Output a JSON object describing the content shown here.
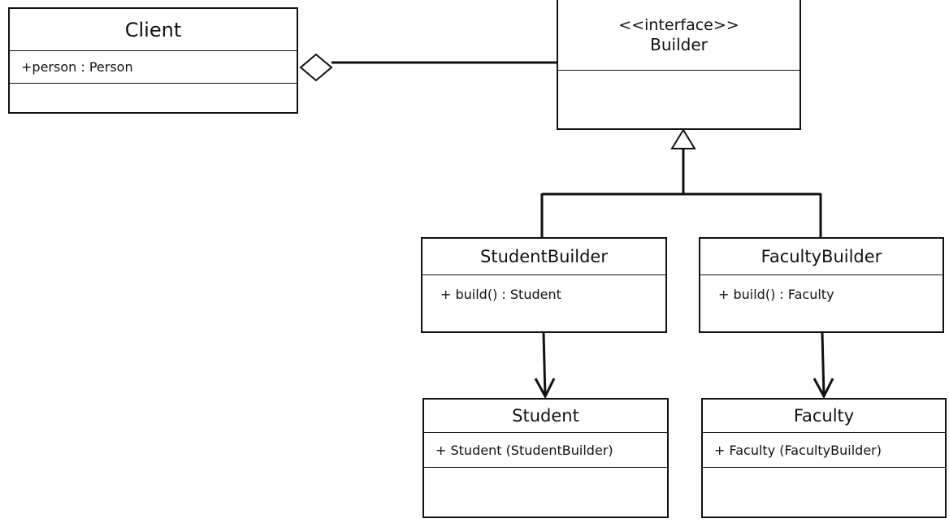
{
  "classes": {
    "client": {
      "name": "Client",
      "attributes": [
        "+person : Person"
      ]
    },
    "builder": {
      "stereotype": "<<interface>>",
      "name": "Builder"
    },
    "student_builder": {
      "name": "StudentBuilder",
      "methods": [
        "+ build() : Student"
      ]
    },
    "faculty_builder": {
      "name": "FacultyBuilder",
      "methods": [
        "+ build() : Faculty"
      ]
    },
    "student": {
      "name": "Student",
      "methods": [
        "+ Student (StudentBuilder)"
      ]
    },
    "faculty": {
      "name": "Faculty",
      "methods": [
        "+ Faculty (FacultyBuilder)"
      ]
    }
  },
  "relationships": [
    {
      "from": "Client",
      "to": "Builder",
      "kind": "aggregation"
    },
    {
      "from": "StudentBuilder",
      "to": "Builder",
      "kind": "realization"
    },
    {
      "from": "FacultyBuilder",
      "to": "Builder",
      "kind": "realization"
    },
    {
      "from": "StudentBuilder",
      "to": "Student",
      "kind": "dependency"
    },
    {
      "from": "FacultyBuilder",
      "to": "Faculty",
      "kind": "dependency"
    }
  ],
  "colors": {
    "line": "#111111",
    "background": "#ffffff"
  }
}
